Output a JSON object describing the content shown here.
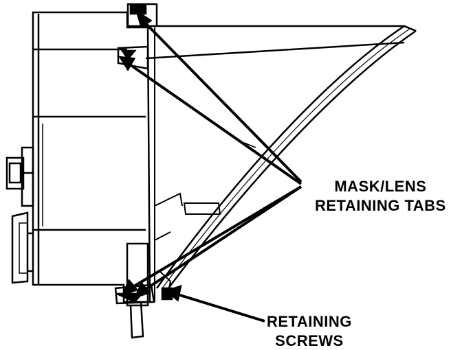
{
  "labels": {
    "tabs": {
      "line1": "MASK/LENS",
      "line2": "RETAINING TABS"
    },
    "screws": {
      "line1": "RETAINING",
      "line2": "SCREWS"
    }
  },
  "colors": {
    "ink": "#000000",
    "paper": "#ffffff"
  }
}
